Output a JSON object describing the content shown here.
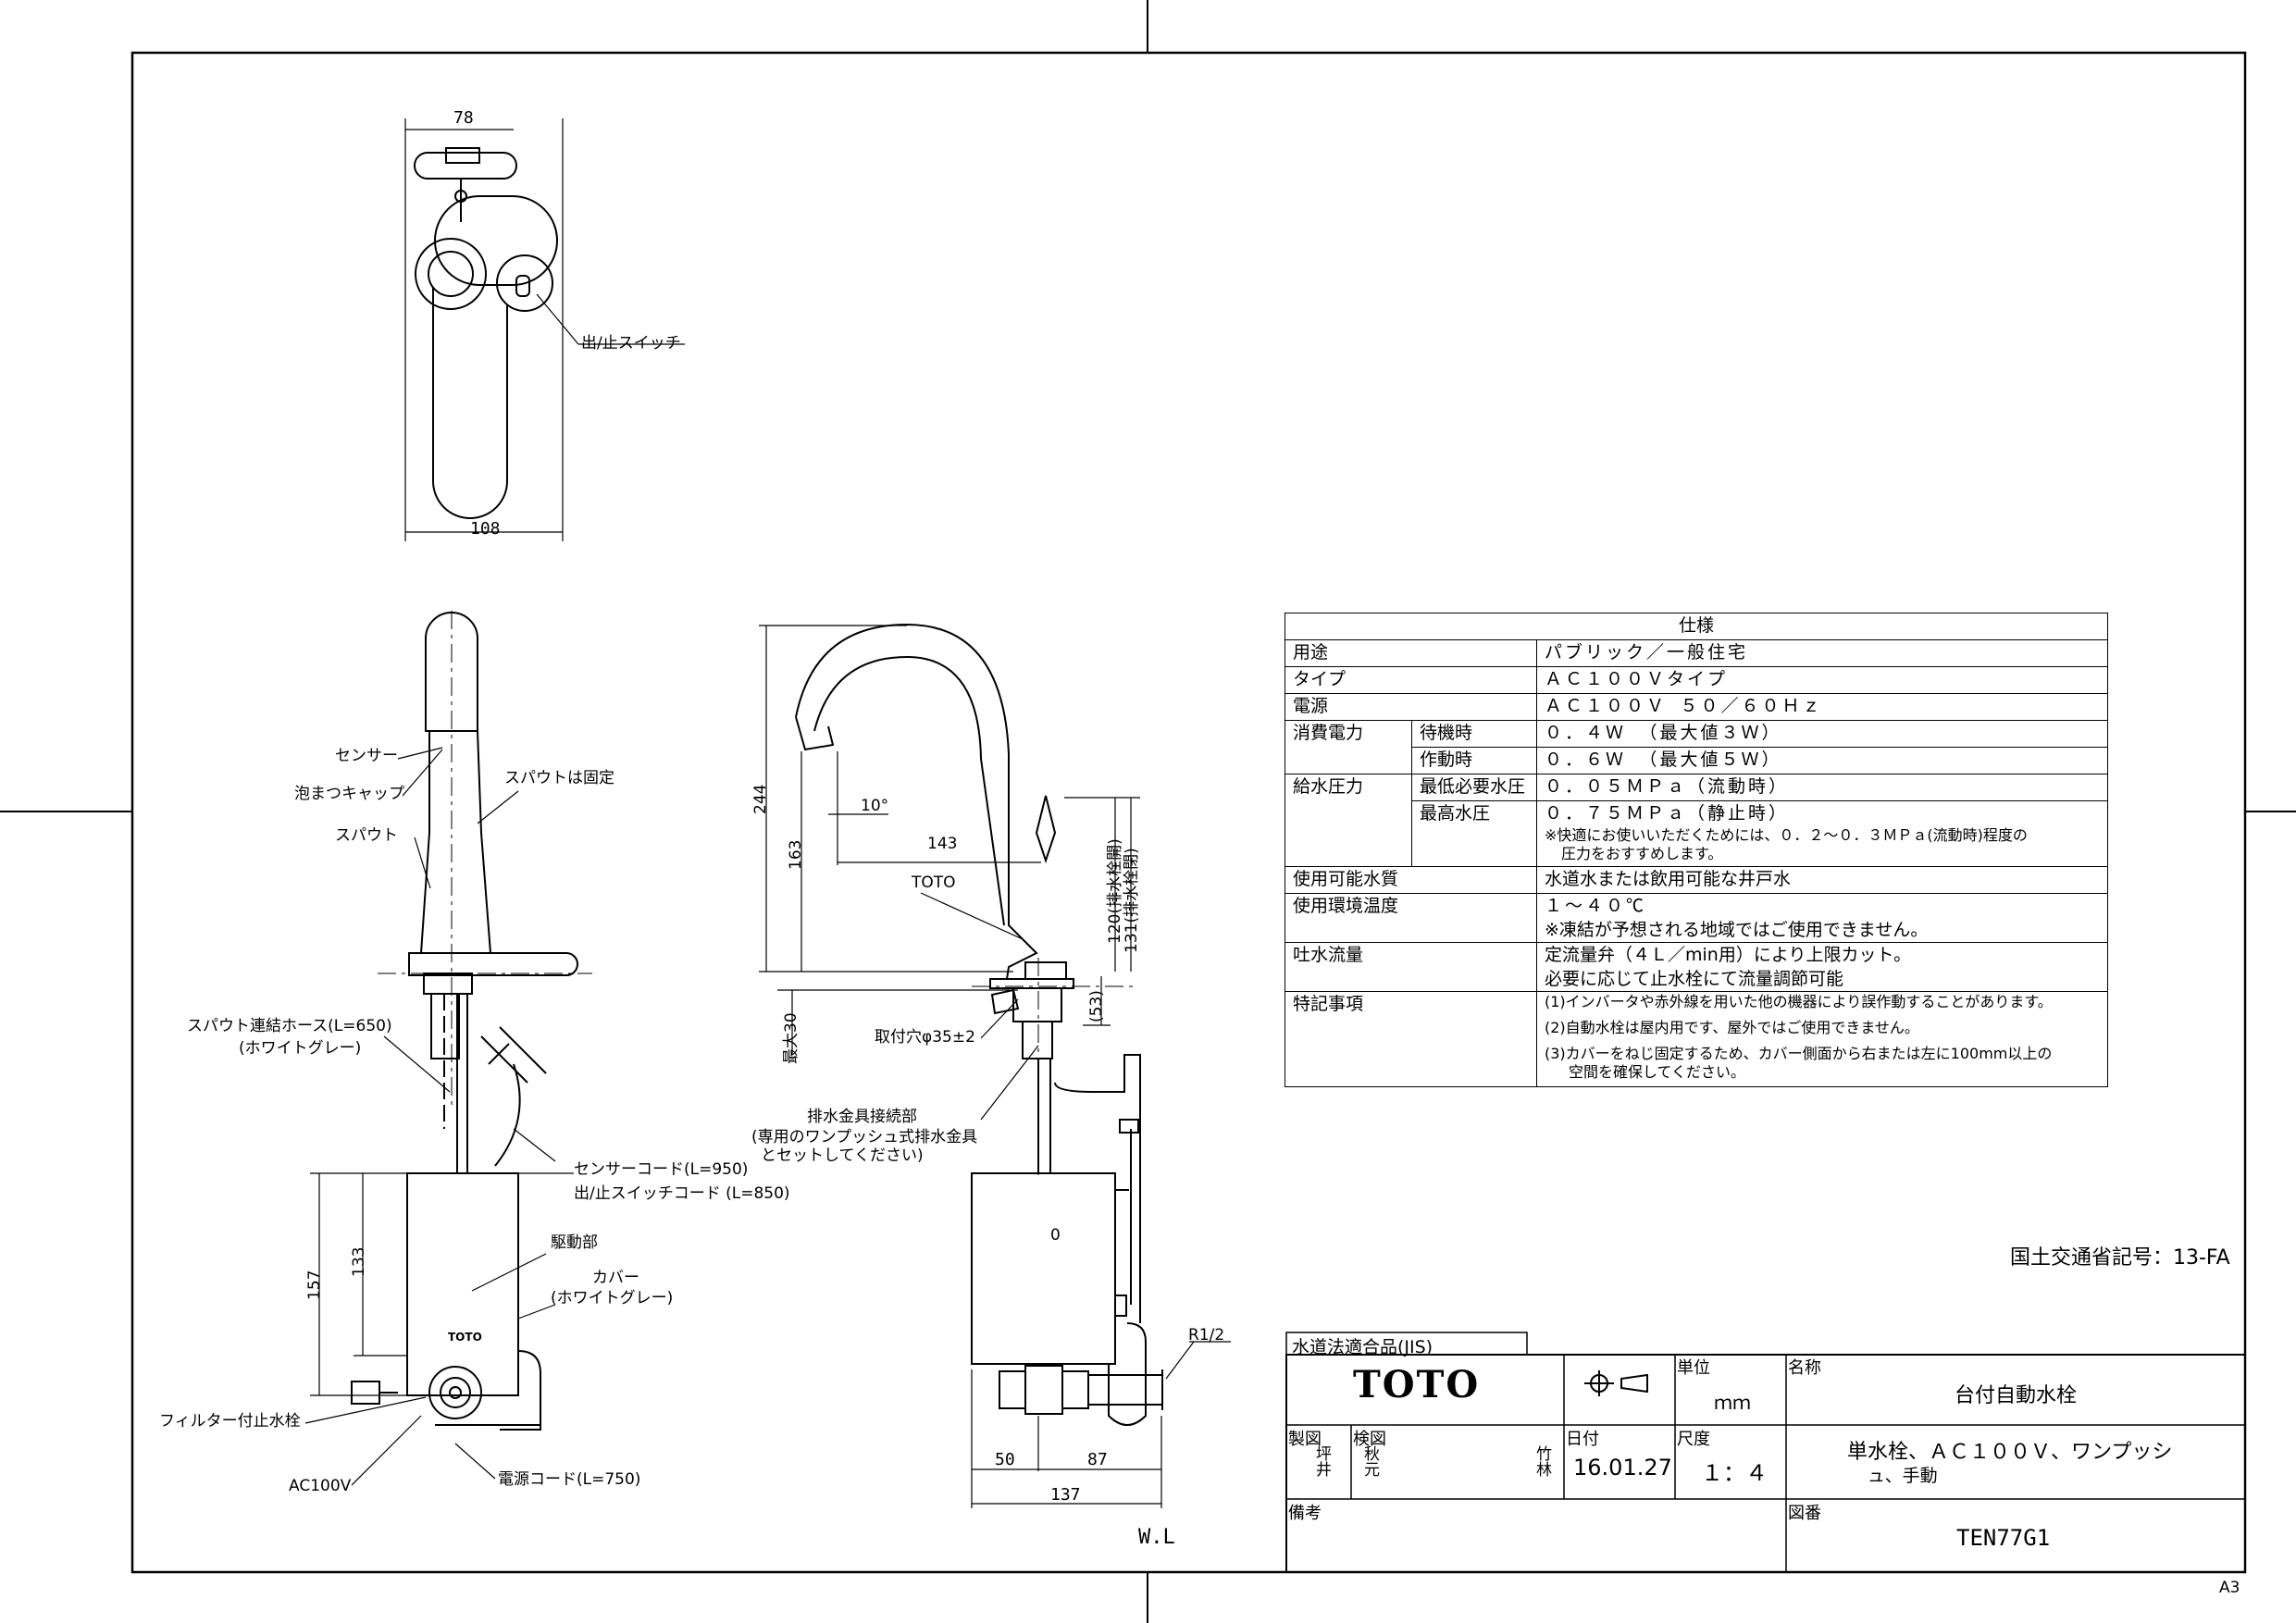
{
  "sheet": {
    "size_mark": "A3",
    "waterline": "W.L",
    "mlit_code": "国土交通省記号：13-FA"
  },
  "top_view": {
    "dim_width_top": "78",
    "dim_width_bottom": "108",
    "switch_label": "出/止スイッチ"
  },
  "side_view": {
    "labels": {
      "sensor": "センサー",
      "aerator_cap": "泡まつキャップ",
      "spout_fixed": "スパウトは固定",
      "spout": "スパウト",
      "hose": "スパウト連結ホース(L=650)",
      "hose_color": "(ホワイトグレー)",
      "sensor_cord": "センサーコード(L=950)",
      "switch_cord": "出/止スイッチコード (L=850)",
      "drive_unit": "駆動部",
      "cover": "カバー",
      "cover_color": "(ホワイトグレー)",
      "filter_valve": "フィルター付止水栓",
      "ac": "AC100V",
      "power_cord": "電源コード(L=750)",
      "logo": "TOTO"
    },
    "dims": {
      "d157": "157",
      "d133": "133"
    }
  },
  "front_view": {
    "labels": {
      "toto": "TOTO",
      "mount_hole": "取付穴φ35±2",
      "drain_conn": "排水金具接続部",
      "drain_note1": "(専用のワンプッシュ式排水金具",
      "drain_note2": "とセットしてください)",
      "r12": "R1/2",
      "o_mark": "0"
    },
    "dims": {
      "d244": "244",
      "d163": "163",
      "d10deg": "10°",
      "d143": "143",
      "d120": "120(排水栓開)",
      "d131": "131(排水栓閉)",
      "d53": "(53)",
      "d30": "最大30",
      "d50": "50",
      "d87": "87",
      "d137": "137"
    }
  },
  "spec": {
    "title": "仕様",
    "rows": [
      {
        "label": "用途",
        "value": "パブリック／一般住宅"
      },
      {
        "label": "タイプ",
        "value": "ＡＣ１００Ｖタイプ"
      },
      {
        "label": "電源",
        "value": "ＡＣ１００Ｖ ５０／６０Ｈｚ"
      }
    ],
    "power": {
      "label": "消費電力",
      "standby": "待機時",
      "standby_val": "０．４Ｗ （最大値３Ｗ）",
      "active": "作動時",
      "active_val": "０．６Ｗ （最大値５Ｗ）"
    },
    "pressure": {
      "label": "給水圧力",
      "min": "最低必要水圧",
      "min_val": "０．０５ＭＰａ（流動時）",
      "max": "最高水圧",
      "max_val": "０．７５ＭＰａ（静止時）",
      "note1": "※快適にお使いいただくためには、０．２～０．３ＭＰａ(流動時)程度の",
      "note2": "圧力をおすすめします。"
    },
    "quality": {
      "label": "使用可能水質",
      "value": "水道水または飲用可能な井戸水"
    },
    "temp": {
      "label": "使用環境温度",
      "value": "１～４０℃",
      "note": "※凍結が予想される地域ではご使用できません。"
    },
    "flow": {
      "label": "吐水流量",
      "value1": "定流量弁（４Ｌ／min用）により上限カット。",
      "value2": "必要に応じて止水栓にて流量調節可能"
    },
    "notes": {
      "label": "特記事項",
      "n1": "(1)インバータや赤外線を用いた他の機器により誤作動することがあります。",
      "n2": "(2)自動水栓は屋内用です、屋外ではご使用できません。",
      "n3": "(3)カバーをねじ固定するため、カバー側面から右または左に100mm以上の",
      "n3b": "空間を確保してください。"
    }
  },
  "titleblock": {
    "jis": "水道法適合品(JIS)",
    "brand": "TOTO",
    "unit_label": "単位",
    "unit": "ｍｍ",
    "name_label": "名称",
    "name": "台付自動水栓",
    "drawn_label": "製図",
    "drawn": "坪井",
    "checked_label": "検図",
    "checked": "秋元",
    "approved": "竹林",
    "date_label": "日付",
    "date": "16.01.27",
    "scale_label": "尺度",
    "scale": "１：４",
    "desc1": "単水栓、ＡＣ１００Ｖ、ワンプッシ",
    "desc2": "ュ、手動",
    "remarks_label": "備考",
    "drawing_no_label": "図番",
    "drawing_no": "TEN77G1"
  }
}
